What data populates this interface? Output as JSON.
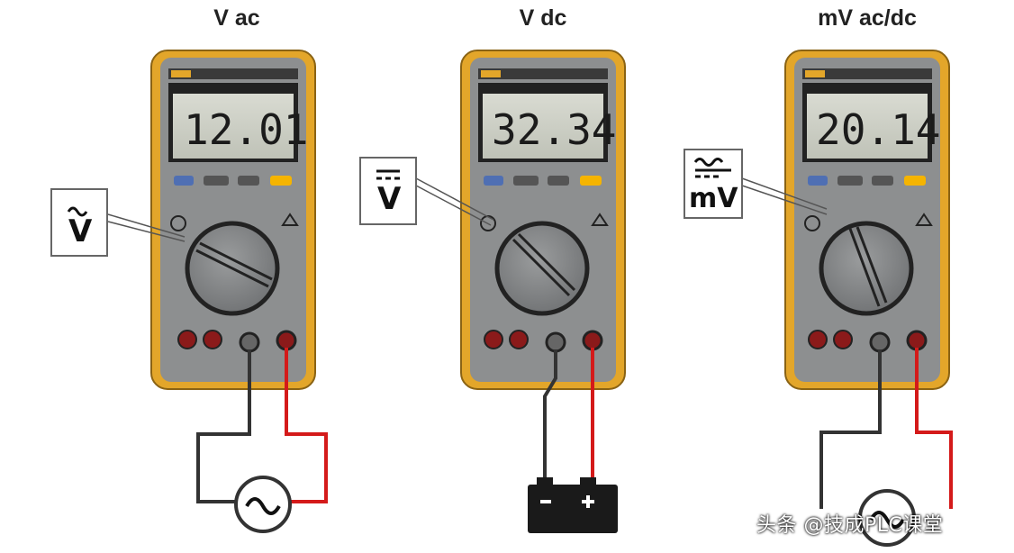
{
  "panels": [
    {
      "title": "V ac",
      "reading": "12.01",
      "mode_icon": "ac-volt-icon",
      "source": "ac-source-icon"
    },
    {
      "title": "V dc",
      "reading": "32.34",
      "mode_icon": "dc-volt-icon",
      "source": "battery-icon"
    },
    {
      "title": "mV ac/dc",
      "reading": "20.14",
      "mode_icon": "ac-dc-millivolt-icon",
      "source": "ac-source-icon"
    }
  ],
  "watermark": "头条 @技成PLC课堂",
  "colors": {
    "meter_body": "#8d8f90",
    "meter_frame": "#e3a62a",
    "lcd": "#cfd2c7",
    "test_lead_red": "#d41a1a",
    "test_lead_black": "#333333",
    "jack_red": "#8b1a1a",
    "button_blue": "#4f6fb3",
    "button_yellow": "#f5b400"
  }
}
